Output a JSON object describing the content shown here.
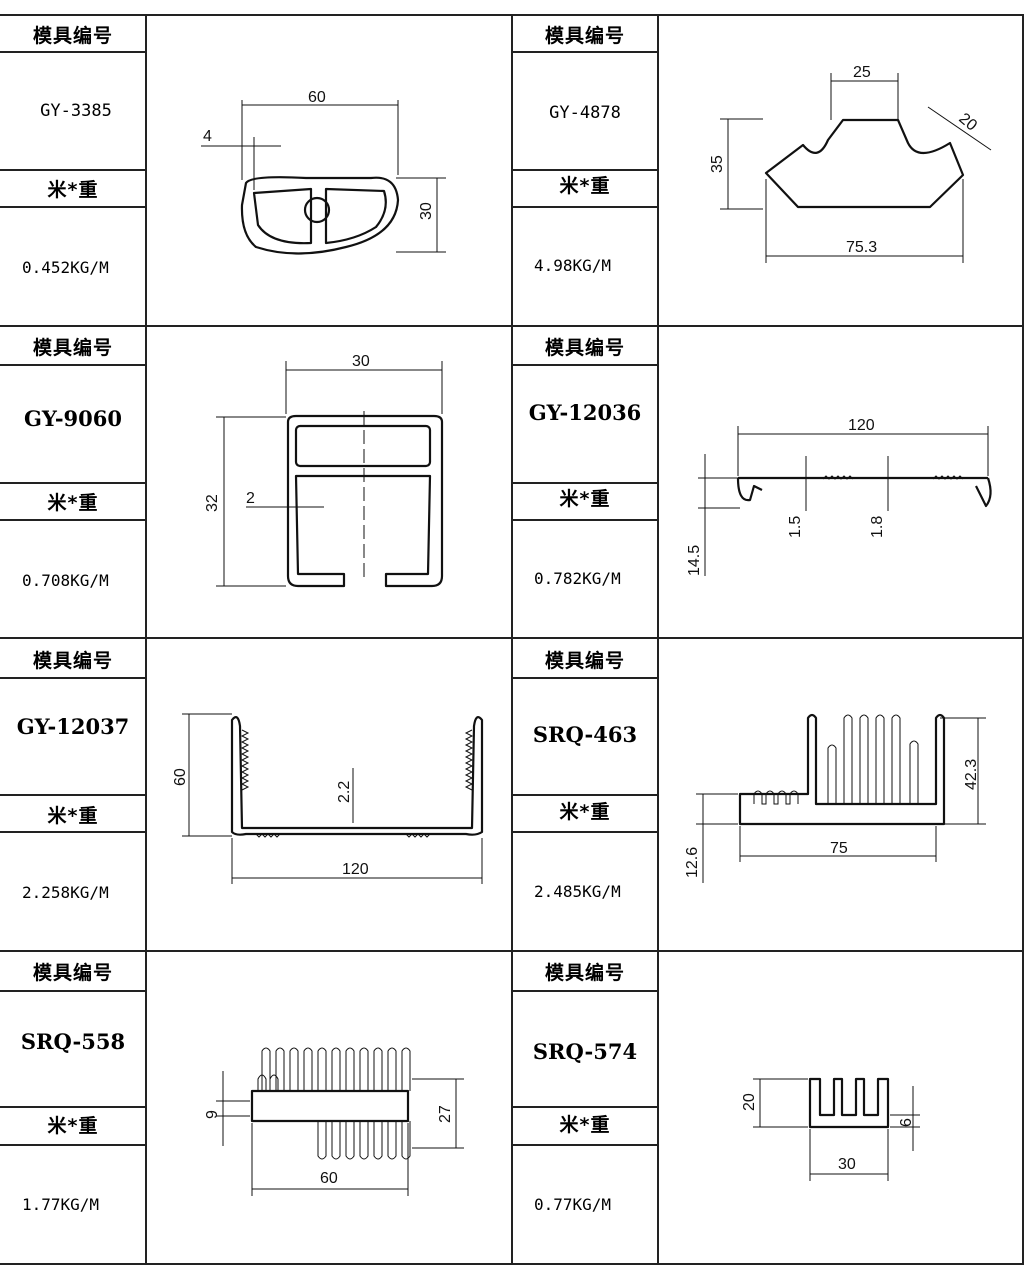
{
  "labels": {
    "mold_no": "模具编号",
    "weight": "米*重"
  },
  "products": [
    {
      "code": "GY-3385",
      "weight": "0.452KG/M",
      "dims": [
        "60",
        "4",
        "30"
      ]
    },
    {
      "code": "GY-4878",
      "weight": "4.98KG/M",
      "dims": [
        "25",
        "20",
        "35",
        "75.3"
      ]
    },
    {
      "code": "GY-9060",
      "weight": "0.708KG/M",
      "dims": [
        "30",
        "32",
        "2"
      ]
    },
    {
      "code": "GY-12036",
      "weight": "0.782KG/M",
      "dims": [
        "120",
        "1.5",
        "1.8",
        "14.5"
      ]
    },
    {
      "code": "GY-12037",
      "weight": "2.258KG/M",
      "dims": [
        "60",
        "2.2",
        "120"
      ]
    },
    {
      "code": "SRQ-463",
      "weight": "2.485KG/M",
      "dims": [
        "42.3",
        "12.6",
        "75"
      ]
    },
    {
      "code": "SRQ-558",
      "weight": "1.77KG/M",
      "dims": [
        "9",
        "27",
        "60"
      ]
    },
    {
      "code": "SRQ-574",
      "weight": "0.77KG/M",
      "dims": [
        "20",
        "6",
        "30"
      ]
    }
  ]
}
